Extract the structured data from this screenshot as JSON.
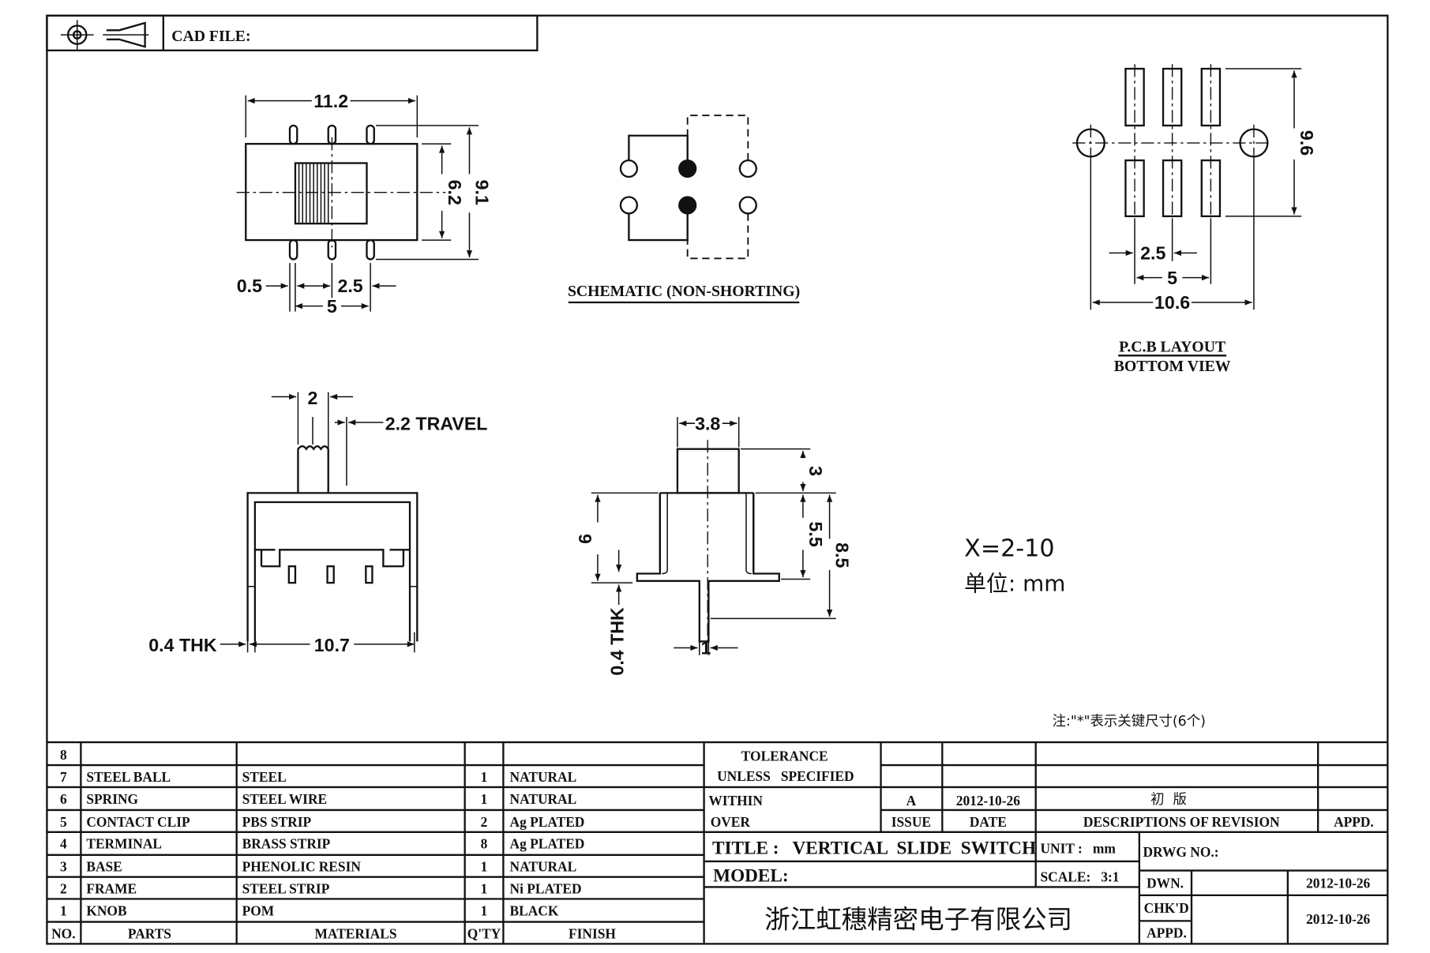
{
  "header": {
    "cad_file_label": "CAD FILE:"
  },
  "top_view": {
    "dims": {
      "width": "11.2",
      "body_height": "6.2",
      "overall_height": "9.1",
      "pin_width": "0.5",
      "pin_pitch": "2.5",
      "pin_span": "5"
    }
  },
  "schematic": {
    "label": "SCHEMATIC (NON-SHORTING)"
  },
  "pcb_layout": {
    "label_line1": "P.C.B LAYOUT",
    "label_line2": "BOTTOM VIEW",
    "dims": {
      "height": "9.6",
      "pitch": "2.5",
      "span": "5",
      "mount_span": "10.6"
    }
  },
  "side_view": {
    "dims": {
      "knob_width": "2",
      "travel": "2.2 TRAVEL",
      "thickness": "0.4 THK",
      "length": "10.7"
    }
  },
  "front_view": {
    "dims": {
      "knob_width": "3.8",
      "knob_height": "3",
      "body_height": "5.5",
      "overall_height": "8.5",
      "leg_height": "6",
      "thickness": "0.4 THK",
      "pin_width": "1"
    }
  },
  "notes": {
    "positions": "X=2-10",
    "unit": "单位: mm",
    "key_dims": "注:\"*\"表示关键尺寸(6个)"
  },
  "bom": {
    "headers": [
      "NO.",
      "PARTS",
      "MATERIALS",
      "Q'TY",
      "FINISH"
    ],
    "rows": [
      {
        "no": "8",
        "part": "",
        "material": "",
        "qty": "",
        "finish": ""
      },
      {
        "no": "7",
        "part": "STEEL BALL",
        "material": "STEEL",
        "qty": "1",
        "finish": "NATURAL"
      },
      {
        "no": "6",
        "part": "SPRING",
        "material": "STEEL WIRE",
        "qty": "1",
        "finish": "NATURAL"
      },
      {
        "no": "5",
        "part": "CONTACT CLIP",
        "material": "PBS STRIP",
        "qty": "2",
        "finish": "Ag PLATED"
      },
      {
        "no": "4",
        "part": "TERMINAL",
        "material": "BRASS STRIP",
        "qty": "8",
        "finish": "Ag PLATED"
      },
      {
        "no": "3",
        "part": "BASE",
        "material": "PHENOLIC RESIN",
        "qty": "1",
        "finish": "NATURAL"
      },
      {
        "no": "2",
        "part": "FRAME",
        "material": "STEEL STRIP",
        "qty": "1",
        "finish": "Ni PLATED"
      },
      {
        "no": "1",
        "part": "KNOB",
        "material": "POM",
        "qty": "1",
        "finish": "BLACK"
      }
    ]
  },
  "title_block": {
    "tolerance_line1": "TOLERANCE",
    "tolerance_line2": "UNLESS   SPECIFIED",
    "within": "WITHIN",
    "over": "OVER",
    "revision": {
      "issue": "A",
      "date": "2012-10-26",
      "description": "初  版"
    },
    "rev_headers": {
      "issue": "ISSUE",
      "date": "DATE",
      "description": "DESCRIPTIONS OF REVISION",
      "appd": "APPD."
    },
    "title": "TITLE :   VERTICAL  SLIDE  SWITCH",
    "unit": "UNIT :   mm",
    "model": "MODEL:",
    "scale": "SCALE:   3:1",
    "drwg_no": "DRWG NO.:",
    "company": "浙江虹穗精密电子有限公司",
    "dwn_label": "DWN.",
    "dwn_date": "2012-10-26",
    "chkd_label": "CHK'D",
    "appd_label": "APPD.",
    "chk_date": "2012-10-26"
  }
}
